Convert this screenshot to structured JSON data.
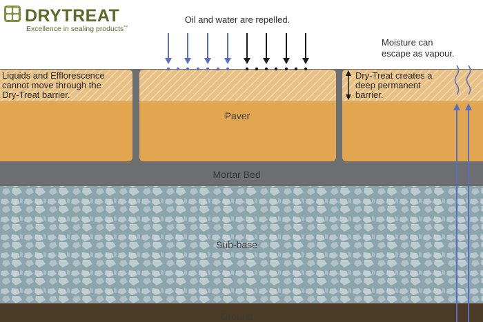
{
  "brand": {
    "name": "DRYTREAT",
    "tagline": "Excellence in sealing products",
    "trademark": "™",
    "colors": {
      "text": "#5a6b2a",
      "logo_square": "#7e9441"
    }
  },
  "annotations": {
    "repelled": "Oil and water are repelled.",
    "moisture_line1": "Moisture can",
    "moisture_line2": "escape as vapour.",
    "liquids_line1": "Liquids and Efflorescence",
    "liquids_line2": "cannot move through the",
    "liquids_line3": "Dry-Treat barrier.",
    "barrier_line1": "Dry-Treat creates a",
    "barrier_line2": "deep permanent",
    "barrier_line3": "barrier."
  },
  "layers": {
    "paver": "Paver",
    "mortar_bed": "Mortar Bed",
    "sub_base": "Sub-base",
    "ground": "Ground"
  },
  "colors": {
    "paver": "#e2a650",
    "paver_sealed": "#e6bc7c",
    "mortar": "#6d6e70",
    "gravel": "#8aa3ab",
    "gravel_stone": "#b7c7cb",
    "ground": "#4b3b26",
    "water_arrow": "#5a6ec4",
    "oil_arrow": "#1a1a1a"
  }
}
